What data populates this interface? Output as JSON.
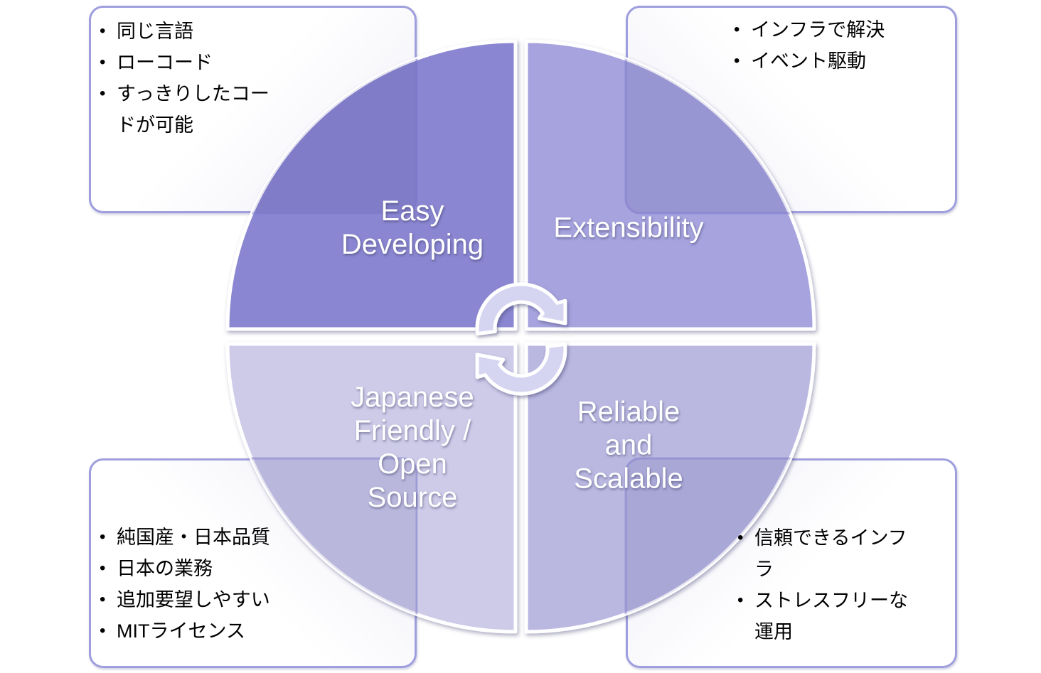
{
  "diagram": {
    "type": "cycle-matrix",
    "description": "Four-quadrant circle diagram with clockwise cycle arrows and four corner callout boxes"
  },
  "quadrants": {
    "top_left": {
      "label": "Easy Developing",
      "label_lines": [
        "Easy",
        "Developing"
      ],
      "color": "#8a86d1"
    },
    "top_right": {
      "label": "Extensibility",
      "label_lines": [
        "Extensibility"
      ],
      "color": "#a6a3de"
    },
    "bottom_left": {
      "label": "Japanese Friendly / Open Source",
      "label_lines": [
        "Japanese",
        "Friendly /",
        "Open",
        "Source"
      ],
      "color": "#cdcbe8"
    },
    "bottom_right": {
      "label": "Reliable and Scalable",
      "label_lines": [
        "Reliable",
        "and",
        "Scalable"
      ],
      "color": "#bab8e1"
    }
  },
  "callouts": {
    "top_left": {
      "items": [
        "同じ言語",
        "ローコード",
        "すっきりしたコードが可能"
      ]
    },
    "top_right": {
      "items": [
        "インフラで解決",
        "イベント駆動"
      ]
    },
    "bottom_left": {
      "items": [
        "純国産・日本品質",
        "日本の業務",
        "追加要望しやすい",
        "MITライセンス"
      ]
    },
    "bottom_right": {
      "items": [
        "信頼できるインフラ",
        "ストレスフリーな運用"
      ]
    }
  },
  "palette": {
    "arrow_fill": "#d6d5f1",
    "box_border": "#9f9ede",
    "shape_stroke": "#ffffff",
    "label_text": "#ffffff",
    "bullet_text": "#000000",
    "background": "#ffffff"
  }
}
